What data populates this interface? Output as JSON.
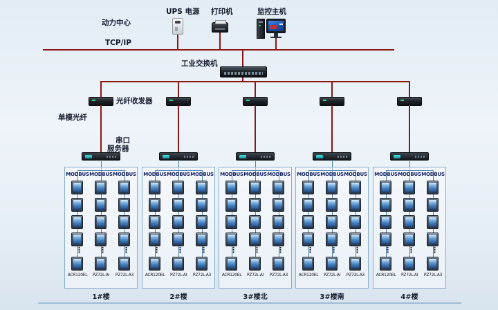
{
  "colors": {
    "line_red": "#8a1616",
    "line_blue": "#4d7fb5",
    "box_border": "#85adcc"
  },
  "header": {
    "power_center": "动力中心",
    "ups_label": "UPS 电源",
    "printer_label": "打印机",
    "host_label": "监控主机",
    "tcpip_label": "TCP/IP",
    "switch_label": "工业交换机"
  },
  "annotations": {
    "fiber_transceiver": "光纤收发器",
    "single_mode_fiber": "单模光纤",
    "serial_server_line1": "串口",
    "serial_server_line2": "服务器"
  },
  "ellipsis": "⋮",
  "meters_per_column_above": 4,
  "meters_per_column_below": 1,
  "groups": [
    {
      "name": "1#楼",
      "columns": [
        {
          "bus": "MODBUS",
          "model": "ACR120EL"
        },
        {
          "bus": "MODBUS",
          "model": "PZ72L-AI"
        },
        {
          "bus": "MODBUS",
          "model": "PZ72L-A3"
        }
      ]
    },
    {
      "name": "2#楼",
      "columns": [
        {
          "bus": "MODBUS",
          "model": "ACR120EL"
        },
        {
          "bus": "MODBUS",
          "model": "PZ72L-AI"
        },
        {
          "bus": "MODBUS",
          "model": "PZ72L-A3"
        }
      ]
    },
    {
      "name": "3#楼北",
      "columns": [
        {
          "bus": "MODBUS",
          "model": "ACR120EL"
        },
        {
          "bus": "MODBUS",
          "model": "PZ72L-AI"
        },
        {
          "bus": "MODBUS",
          "model": "PZ72L-A3"
        }
      ]
    },
    {
      "name": "3#楼南",
      "columns": [
        {
          "bus": "MODBUS",
          "model": "ACR120EL"
        },
        {
          "bus": "MODBUS",
          "model": "PZ72L-AI"
        },
        {
          "bus": "MODBUS",
          "model": "PZ72L-A3"
        }
      ]
    },
    {
      "name": "4#楼",
      "columns": [
        {
          "bus": "MODBUS",
          "model": "ACR120EL"
        },
        {
          "bus": "MODBUS",
          "model": "PZ72L-AI"
        },
        {
          "bus": "MODBUS",
          "model": "PZ72L-A3"
        }
      ]
    }
  ]
}
